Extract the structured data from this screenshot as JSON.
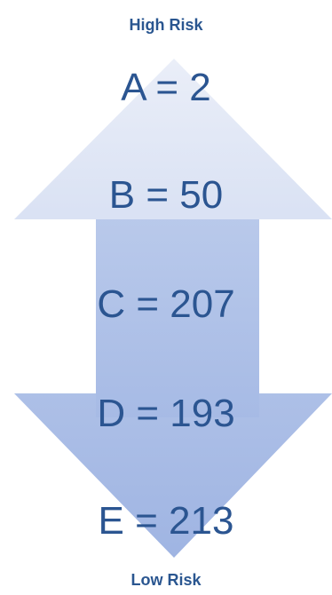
{
  "labels": {
    "high_risk": "High Risk",
    "low_risk": "Low Risk"
  },
  "grades": [
    {
      "text": "A = 2"
    },
    {
      "text": "B = 50"
    },
    {
      "text": "C = 207"
    },
    {
      "text": "D = 193"
    },
    {
      "text": "E = 213"
    }
  ],
  "colors": {
    "label": "#2a5690",
    "grade_text": "#2b5591",
    "arrow_top": "#e7ecf7",
    "arrow_bottom": "#9fb6e2"
  }
}
